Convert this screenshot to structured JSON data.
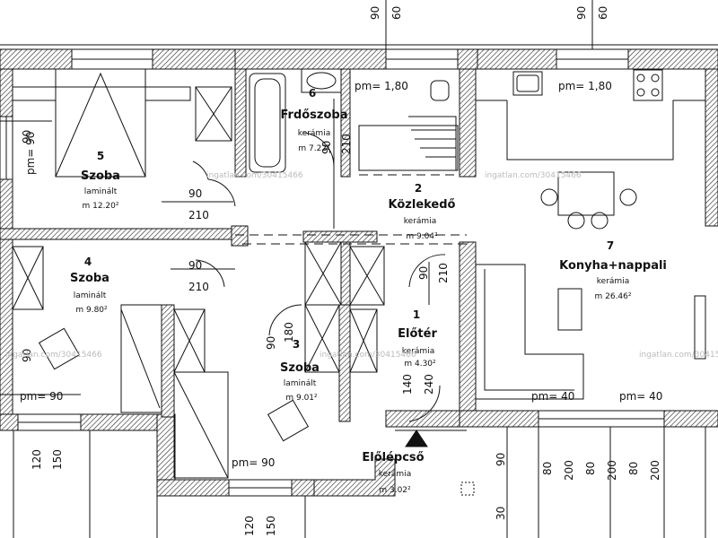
{
  "rooms": [
    {
      "num": "5",
      "name": "Szoba",
      "floor": "laminált",
      "area": "m 12.20²"
    },
    {
      "num": "6",
      "name": "Frdőszoba",
      "floor": "kerámia",
      "area": "m 7.22²"
    },
    {
      "num": "2",
      "name": "Közlekedő",
      "floor": "kerámia",
      "area": "m 9.04²"
    },
    {
      "num": "7",
      "name": "Konyha+nappali",
      "floor": "kerámia",
      "area": "m 26.46²"
    },
    {
      "num": "4",
      "name": "Szoba",
      "floor": "laminált",
      "area": "m 9.80²"
    },
    {
      "num": "1",
      "name": "Előtér",
      "floor": "kerámia",
      "area": "m 4.30²"
    },
    {
      "num": "3",
      "name": "Szoba",
      "floor": "laminált",
      "area": "m 9.01²"
    },
    {
      "num": "",
      "name": "Előlépcső",
      "floor": "kerámia",
      "area": "m 3.02²"
    }
  ],
  "parapets": {
    "bath": "pm= 1,80",
    "kitchen": "pm= 1,80",
    "room5": "pm= 90",
    "room4": "pm= 90",
    "room3": "pm= 90",
    "living_a": "pm= 40",
    "living_b": "pm= 40"
  },
  "dims": {
    "d90": "90",
    "d60": "60",
    "d210": "210",
    "d240": "240",
    "d140": "140",
    "d180": "180",
    "d120": "120",
    "d150": "150",
    "d80": "80",
    "d200": "200",
    "d30": "30"
  },
  "watermark": "ingatlan.com/30415466"
}
